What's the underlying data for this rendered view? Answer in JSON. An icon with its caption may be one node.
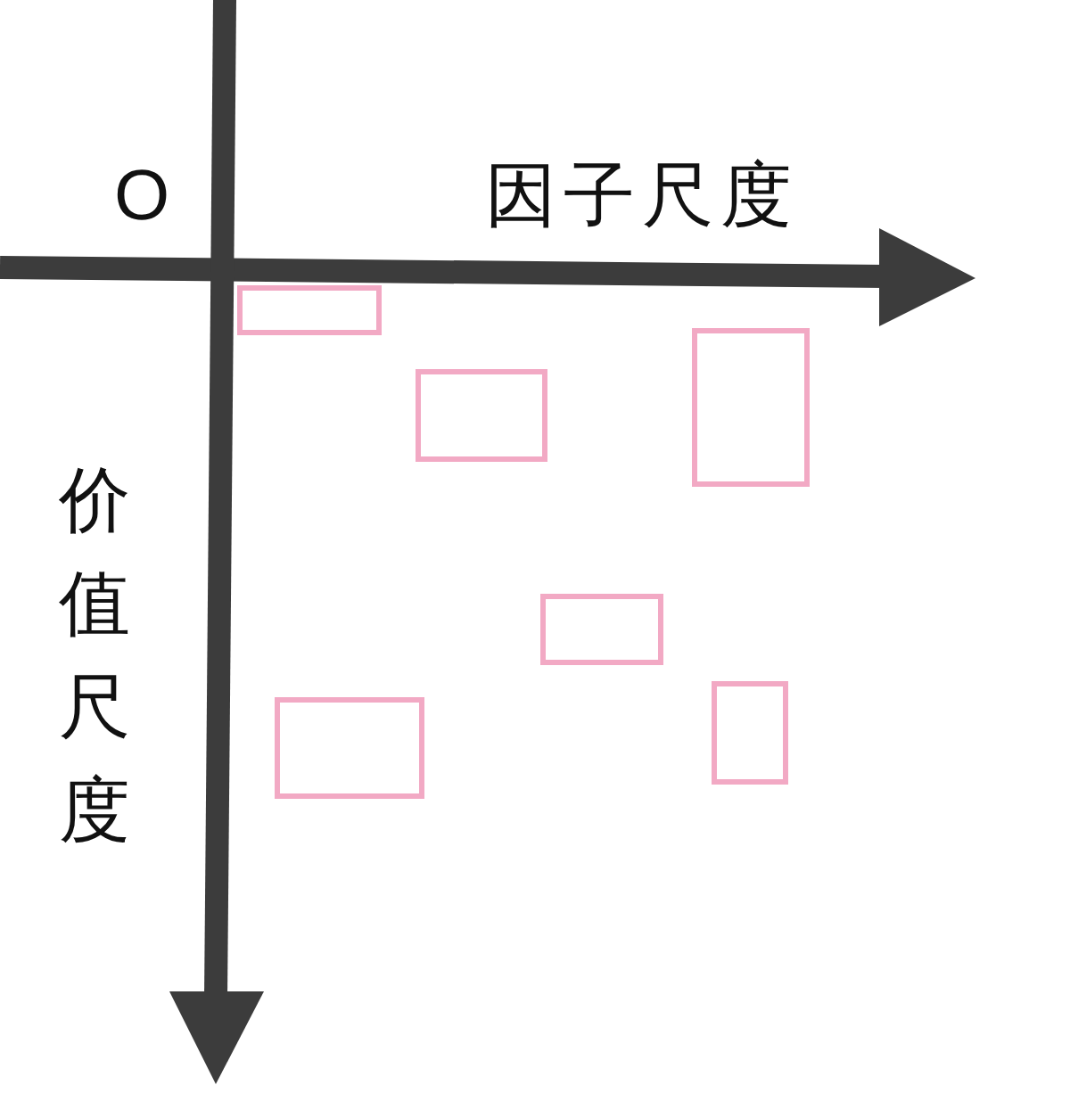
{
  "diagram": {
    "nodes": [
      {
        "text": [],
        "shape": "box"
      },
      {
        "text": [],
        "shape": "box"
      },
      {
        "text": [],
        "shape": "box"
      },
      {
        "text": [],
        "shape": "box"
      },
      {
        "text": [],
        "shape": "box"
      },
      {
        "text": [],
        "shape": "box"
      }
    ],
    "labels": [
      "O",
      "因子尺度",
      "价值尺度"
    ]
  }
}
